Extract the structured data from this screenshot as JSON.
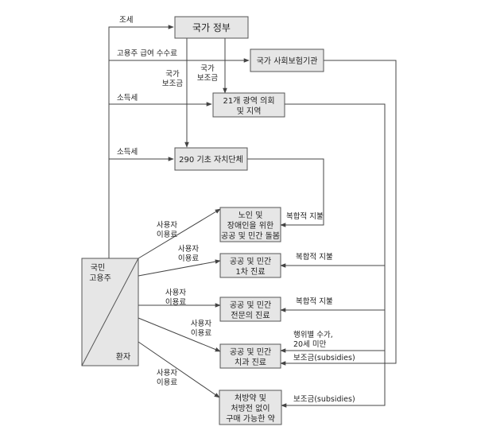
{
  "nodes": {
    "gov": {
      "lines": [
        "국가 정부"
      ]
    },
    "social_ins": {
      "lines": [
        "국가 사회보험기관"
      ]
    },
    "regions": {
      "lines": [
        "21개 광역 의회",
        "및 지역"
      ]
    },
    "municipal": {
      "lines": [
        "290 기초 자치단체"
      ]
    },
    "elderly_care": {
      "lines": [
        "노인 및",
        "장애인을 위한",
        "공공 및 민간 돌봄"
      ]
    },
    "primary_care": {
      "lines": [
        "공공 및 민간",
        "1차 진료"
      ]
    },
    "specialist_care": {
      "lines": [
        "공공 및 민간",
        "전문의 진료"
      ]
    },
    "dental_care": {
      "lines": [
        "공공 및 민간",
        "치과 진료"
      ]
    },
    "otc_drugs": {
      "lines": [
        "처방약 및",
        "처방전 없이",
        "구매 가능한 약"
      ]
    },
    "citizens": {
      "top_lines": [
        "국민",
        "고용주"
      ],
      "bottom_label": "환자"
    }
  },
  "edge_labels": {
    "tax": "조세",
    "employer_fee": "고용주 급여 수수료",
    "gov_subsidy_left": [
      "국가",
      "보조금"
    ],
    "gov_subsidy_right": [
      "국가",
      "보조금"
    ],
    "income_tax_regions": "소득세",
    "income_tax_municipal": "소득세",
    "user_fee_elderly": [
      "사용자",
      "이용료"
    ],
    "user_fee_primary": [
      "사용자",
      "이용료"
    ],
    "user_fee_specialist": [
      "사용자",
      "이용료"
    ],
    "user_fee_dental": [
      "사용자",
      "이용료"
    ],
    "user_fee_drugs": [
      "사용자",
      "이용료"
    ],
    "complex_elderly": "복합적 지불",
    "complex_primary": "복합적 지불",
    "complex_specialist": "복합적 지불",
    "dental_fee": [
      "행위별 수가,",
      "20세 미만"
    ],
    "dental_subsidy": "보조금(subsidies)",
    "drug_subsidy": "보조금(subsidies)"
  }
}
